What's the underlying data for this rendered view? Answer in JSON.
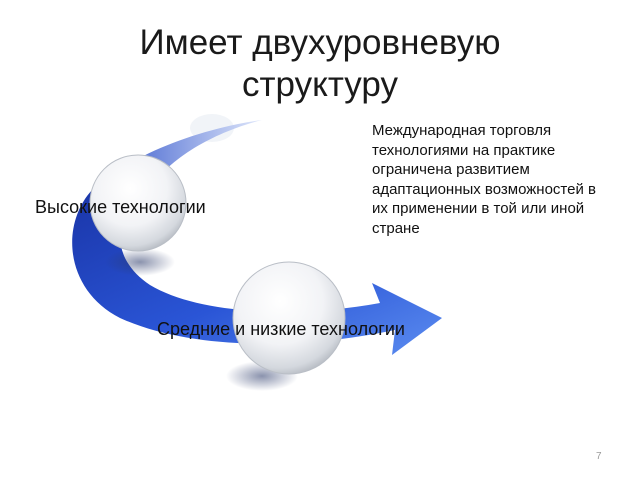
{
  "slide": {
    "title_line1": "Имеет двухуровневую",
    "title_line2": "структуру",
    "level_high_label": "Высокие технологии",
    "level_low_label": "Средние и низкие технологии",
    "description": "Международная торговля технологиями на практике ограничена развитием адаптационных возможностей в их применении в той или иной стране",
    "page_number": "7"
  },
  "colors": {
    "arrow_dark": "#1f3fb8",
    "arrow_light": "#6f9cf0",
    "circle_highlight": "#ffffff",
    "circle_shade": "#c9cdd3"
  }
}
